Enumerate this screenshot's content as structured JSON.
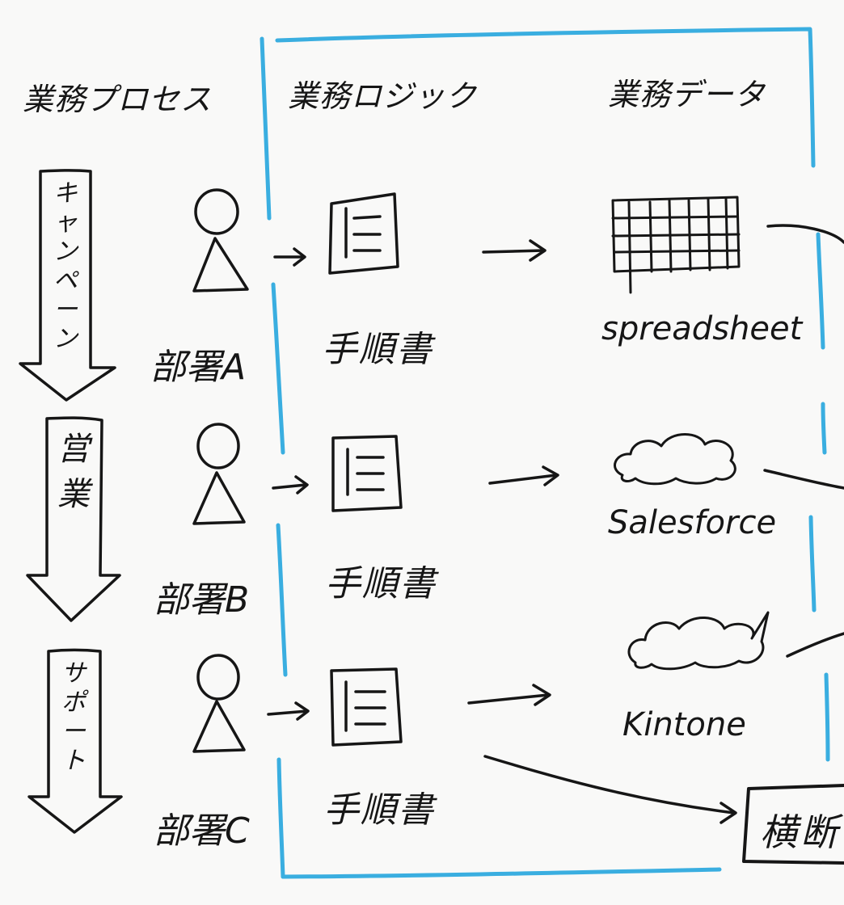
{
  "headers": {
    "process": "業務プロセス",
    "logic": "業務ロジック",
    "data": "業務データ"
  },
  "processes": [
    {
      "label": "キャンペーン",
      "department": "部署A",
      "procedure": "手順書",
      "system": "spreadsheet"
    },
    {
      "label": "営業",
      "department": "部署B",
      "procedure": "手順書",
      "system": "Salesforce"
    },
    {
      "label": "サポート",
      "department": "部署C",
      "procedure": "手順書",
      "system": "Kintone"
    }
  ],
  "cross_box": {
    "label": "横断"
  },
  "colors": {
    "ink": "#161616",
    "boundary": "#3aaee0",
    "background": "#f9f9f8"
  },
  "icons": [
    "person-icon",
    "document-icon",
    "grid-spreadsheet-icon",
    "cloud-icon",
    "speech-cloud-icon",
    "down-arrow-icon",
    "right-arrow-icon"
  ]
}
